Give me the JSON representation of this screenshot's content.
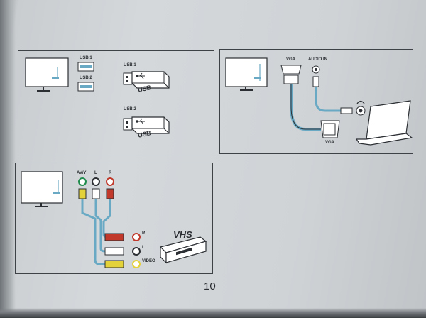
{
  "usb_panel": {
    "usb1_port": "USB 1",
    "usb2_port": "USB 2",
    "usb1_device": "USB 1",
    "usb2_device": "USB 2",
    "stick_text": "USB"
  },
  "vga_panel": {
    "vga_port": "VGA",
    "audio_in_port": "AUDIO IN",
    "vga_cable": "VGA"
  },
  "av_panel": {
    "avy": "AV/Y",
    "l": "L",
    "r": "R",
    "r_out": "R",
    "l_out": "L",
    "video_out": "VIDEO",
    "vhs": "VHS"
  },
  "page_number": "10"
}
